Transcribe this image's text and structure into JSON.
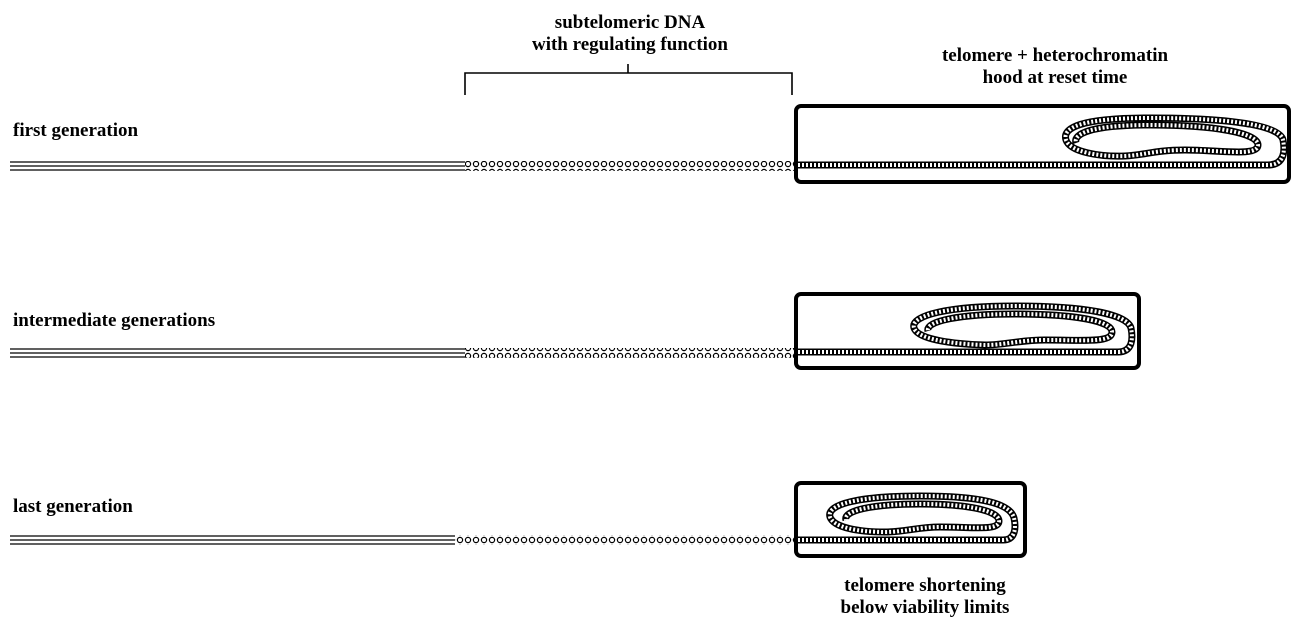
{
  "labels": {
    "subtelomeric": [
      "subtelomeric DNA",
      "with regulating function"
    ],
    "hood": [
      "telomere + heterochromatin",
      "hood at reset time"
    ],
    "shortening": [
      "telomere shortening",
      "below viability limits"
    ]
  },
  "rows": [
    {
      "name": "first generation"
    },
    {
      "name": "intermediate generations"
    },
    {
      "name": "last generation"
    }
  ]
}
